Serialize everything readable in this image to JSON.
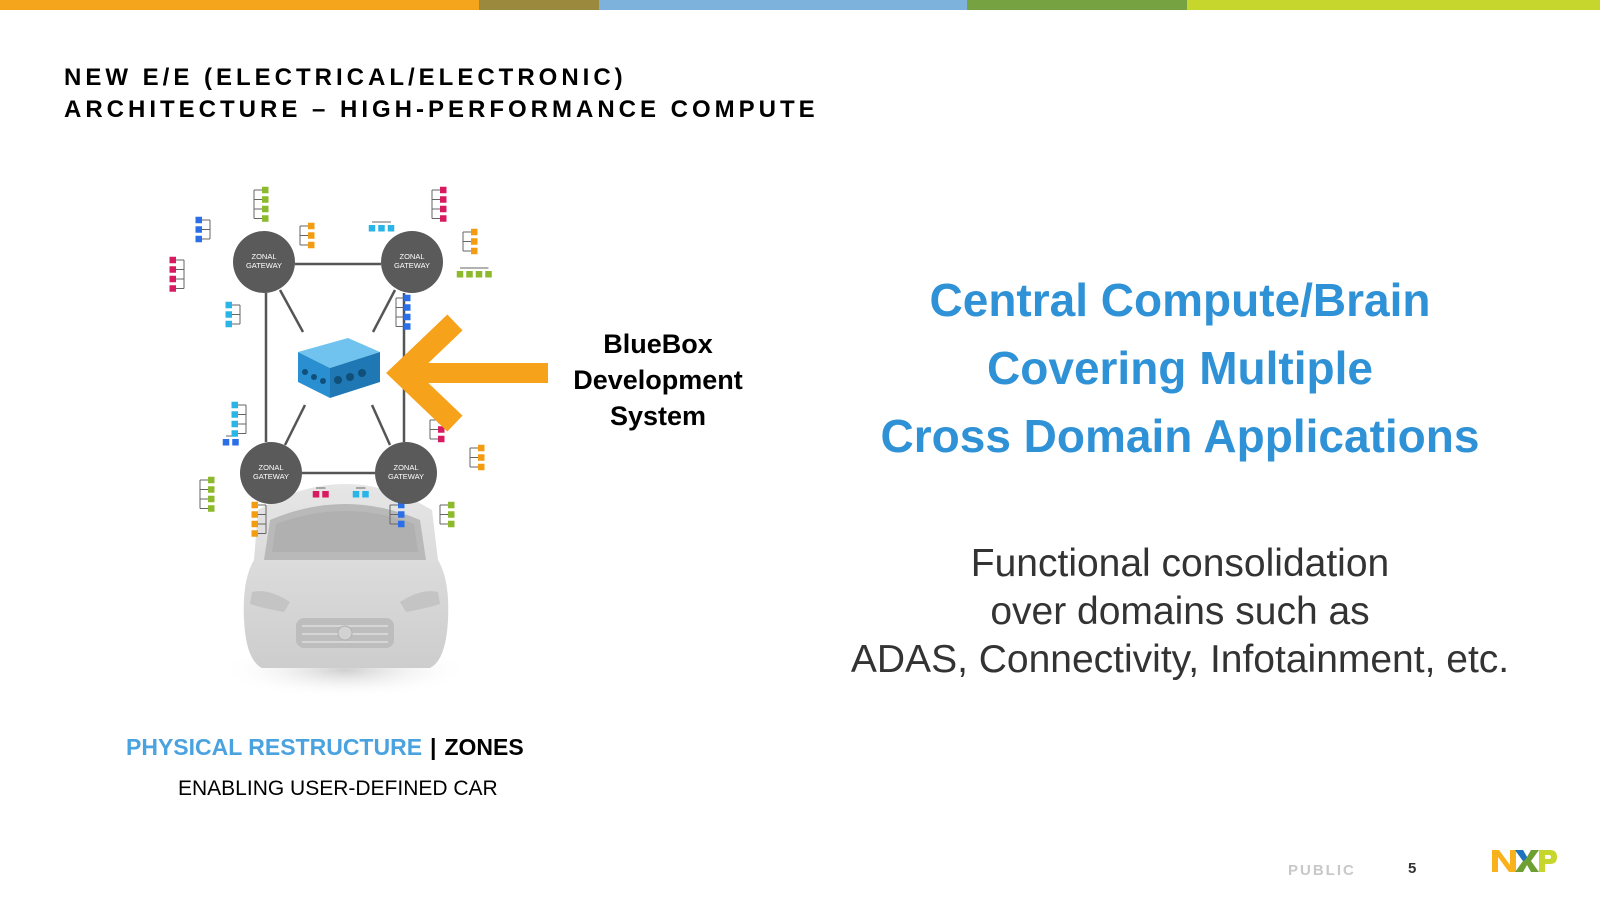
{
  "top_bar": {
    "colors": [
      "#f4a51c",
      "#9b8a3e",
      "#7db2dd",
      "#76a242",
      "#c6d62d"
    ]
  },
  "title": {
    "line1": "NEW E/E (ELECTRICAL/ELECTRONIC)",
    "line2": "ARCHITECTURE – HIGH-PERFORMANCE COMPUTE"
  },
  "diagram": {
    "gateway_label_line1": "ZONAL",
    "gateway_label_line2": "GATEWAY",
    "node_colors": [
      "#2a6ee8",
      "#d81b60",
      "#29b5e8",
      "#f39c12",
      "#8cba2c"
    ],
    "arrow_color": "#f7a21b",
    "device_color": "#2a8fd0"
  },
  "bluebox": {
    "line1": "BlueBox",
    "line2": "Development",
    "line3": "System"
  },
  "caption": {
    "highlight": "PHYSICAL RESTRUCTURE",
    "separator": "|",
    "emphasis": "ZONES",
    "subtitle": "ENABLING USER-DEFINED CAR"
  },
  "headline": {
    "line1": "Central Compute/Brain",
    "line2": "Covering Multiple",
    "line3": "Cross Domain Applications",
    "color": "#2f92d6"
  },
  "subtext": {
    "line1": "Functional consolidation",
    "line2": "over domains such as",
    "line3": "ADAS, Connectivity, Infotainment, etc."
  },
  "footer": {
    "classification": "PUBLIC",
    "page_number": "5",
    "logo_alt": "NXP"
  }
}
